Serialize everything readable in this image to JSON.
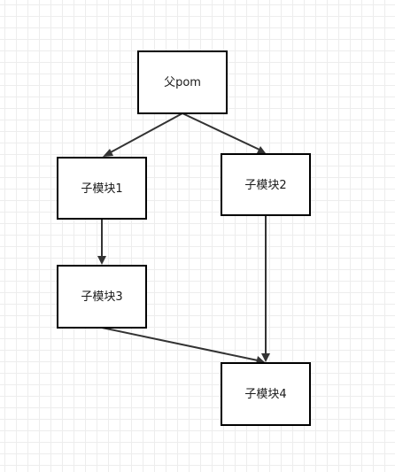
{
  "diagram": {
    "nodes": [
      {
        "id": "parent",
        "label": "父pom"
      },
      {
        "id": "child1",
        "label": "子模块1"
      },
      {
        "id": "child2",
        "label": "子模块2"
      },
      {
        "id": "child3",
        "label": "子模块3"
      },
      {
        "id": "child4",
        "label": "子模块4"
      }
    ],
    "edges": [
      {
        "from": "parent",
        "to": "child1"
      },
      {
        "from": "parent",
        "to": "child2"
      },
      {
        "from": "child1",
        "to": "child3"
      },
      {
        "from": "child2",
        "to": "child4"
      },
      {
        "from": "child3",
        "to": "child4"
      }
    ],
    "colors": {
      "box_stroke": "#000000",
      "edge": "#333333",
      "grid": "#ededed",
      "text": "#1a1a1a"
    }
  }
}
